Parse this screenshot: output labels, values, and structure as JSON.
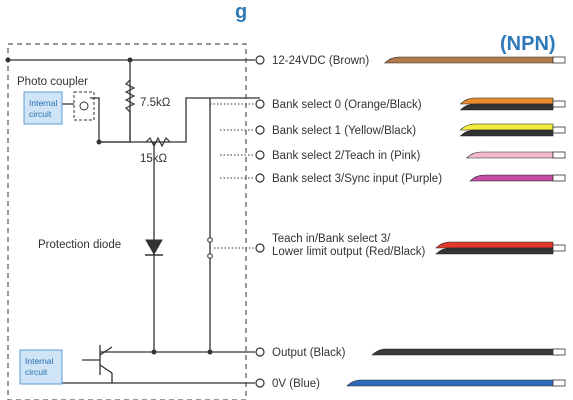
{
  "header": {
    "title_fragment": "g",
    "type_label": "(NPN)"
  },
  "circuit": {
    "photo_coupler_label": "Photo coupler",
    "internal_circuit_label_top": "Internal\ncircuit",
    "internal_circuit_label_bottom": "Internal\ncircuit",
    "resistor1_label": "7.5kΩ",
    "resistor2_label": "15kΩ",
    "protection_diode_label": "Protection diode"
  },
  "wires": [
    {
      "label": "12-24VDC (Brown)",
      "colors": [
        "#b07a4a"
      ]
    },
    {
      "label": "Bank select 0 (Orange/Black)",
      "colors": [
        "#e98a2c",
        "#333333"
      ]
    },
    {
      "label": "Bank select 1 (Yellow/Black)",
      "colors": [
        "#f2ea3a",
        "#333333"
      ]
    },
    {
      "label": "Bank select 2/Teach in (Pink)",
      "colors": [
        "#f4b8d0"
      ]
    },
    {
      "label": "Bank select 3/Sync input  (Purple)",
      "colors": [
        "#c24da3"
      ]
    },
    {
      "label": "Teach in/Bank select 3/\nLower limit output (Red/Black)",
      "colors": [
        "#e23a2e",
        "#333333"
      ]
    },
    {
      "label": "Output (Black)",
      "colors": [
        "#3a3a3a"
      ]
    },
    {
      "label": "0V  (Blue)",
      "colors": [
        "#2f6cc0"
      ]
    }
  ],
  "colors": {
    "accent": "#2f7ab8",
    "box_fill": "#cfe4f6",
    "box_stroke": "#5b9bd5",
    "line": "#333333"
  }
}
